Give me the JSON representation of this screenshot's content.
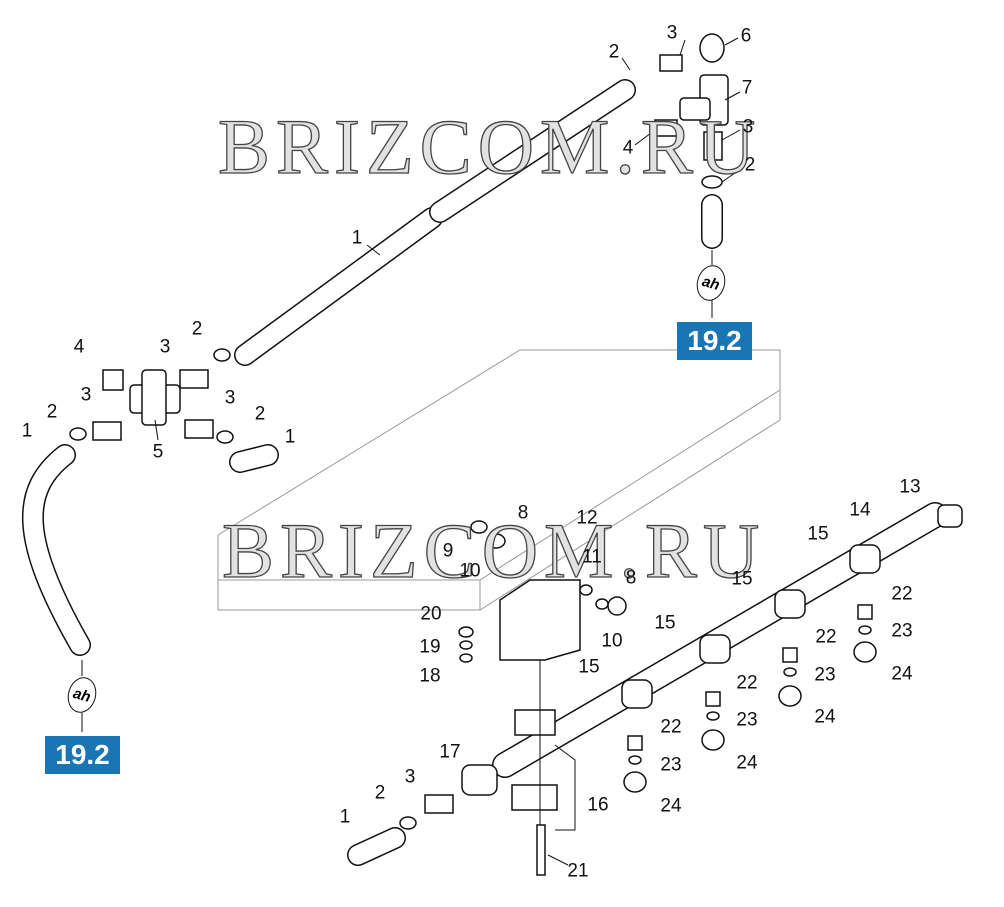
{
  "watermark": "BRIZCOM.RU",
  "reference_badge": "19.2",
  "reference_symbol": "ah",
  "badge_color": "#1a75b5",
  "callouts": [
    "3",
    "6",
    "2",
    "7",
    "3",
    "4",
    "2",
    "1",
    "4",
    "2",
    "3",
    "3",
    "3",
    "2",
    "2",
    "1",
    "5",
    "1",
    "8",
    "12",
    "9",
    "10",
    "11",
    "8",
    "10",
    "20",
    "19",
    "18",
    "13",
    "14",
    "15",
    "15",
    "15",
    "15",
    "22",
    "23",
    "24",
    "22",
    "23",
    "24",
    "22",
    "23",
    "24",
    "22",
    "23",
    "24",
    "17",
    "3",
    "2",
    "1",
    "16",
    "21"
  ]
}
